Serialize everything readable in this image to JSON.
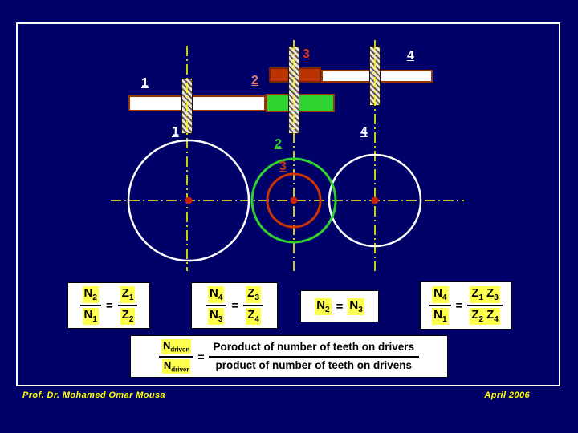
{
  "slide": {
    "footer_author": "Prof. Dr. Mohamed Omar Mousa",
    "footer_date": "April 2006",
    "colors": {
      "background": "#000069",
      "frame": "#FFFFFF",
      "centerline": "#FFFF00",
      "gear2_green": "#2FD32F",
      "gear3_red": "#BB3300",
      "gear_outline": "#993300",
      "center_dot": "#CC2200",
      "formula_highlight": "#FFFF4D"
    }
  },
  "gear_labels": {
    "top": {
      "g1": "1",
      "g2": "2",
      "g3": "3",
      "g4": "4"
    },
    "circles": {
      "g1": "1",
      "g2": "2",
      "g3": "3",
      "g4": "4"
    }
  },
  "formulas": {
    "ratio12": {
      "num_l": "N",
      "num_l_sub": "2",
      "den_l": "N",
      "den_l_sub": "1",
      "eq": "=",
      "num_r": "Z",
      "num_r_sub": "1",
      "den_r": "Z",
      "den_r_sub": "2"
    },
    "ratio34": {
      "num_l": "N",
      "num_l_sub": "4",
      "den_l": "N",
      "den_l_sub": "3",
      "eq": "=",
      "num_r": "Z",
      "num_r_sub": "3",
      "den_r": "Z",
      "den_r_sub": "4"
    },
    "equal23": {
      "lhs": "N",
      "lhs_sub": "2",
      "eq": "=",
      "rhs": "N",
      "rhs_sub": "3"
    },
    "overall": {
      "num_l": "N",
      "num_l_sub": "4",
      "den_l": "N",
      "den_l_sub": "1",
      "eq": "=",
      "num_r1": "Z",
      "num_r1_sub": "1",
      "num_r2": "Z",
      "num_r2_sub": "3",
      "den_r1": "Z",
      "den_r1_sub": "2",
      "den_r2": "Z",
      "den_r2_sub": "4"
    },
    "definition": {
      "num_l": "N",
      "num_l_sub": "driven",
      "den_l": "N",
      "den_l_sub": "driver",
      "eq": "=",
      "num_r": "Poroduct of number of teeth on drivers",
      "den_r": "product of number of teeth on drivens"
    }
  }
}
